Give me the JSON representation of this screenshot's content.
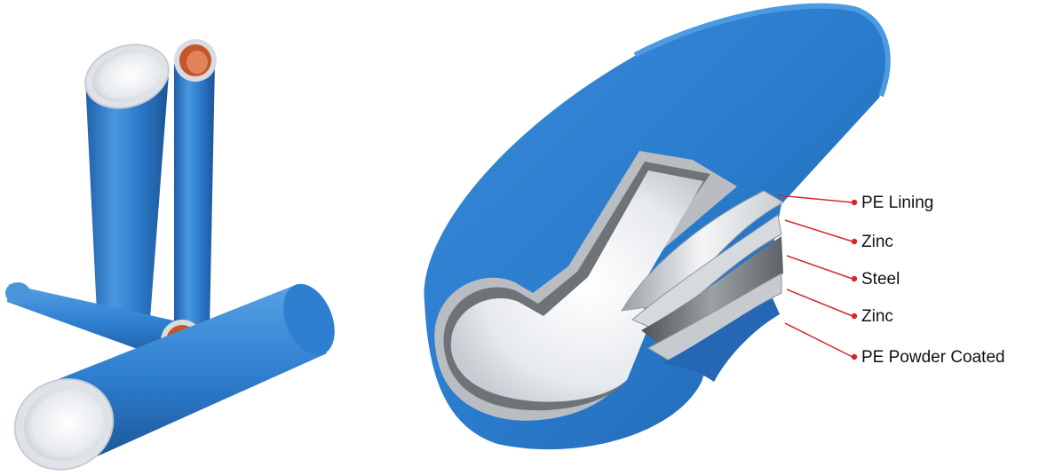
{
  "diagram": {
    "layers": [
      {
        "id": "pe-lining",
        "label": "PE Lining"
      },
      {
        "id": "zinc-outer",
        "label": "Zinc"
      },
      {
        "id": "steel",
        "label": "Steel"
      },
      {
        "id": "zinc-inner",
        "label": "Zinc"
      },
      {
        "id": "pe-powder",
        "label": "PE Powder Coated"
      }
    ],
    "colors": {
      "pipe_blue": "#2f7fd0",
      "pipe_blue_dark": "#1f5fa8",
      "lining_white": "#eef0f2",
      "zinc_gray": "#b9bdc2",
      "steel_gray": "#6e7378",
      "copper_lining": "#c4562a",
      "leader_red": "#d9262a"
    }
  }
}
